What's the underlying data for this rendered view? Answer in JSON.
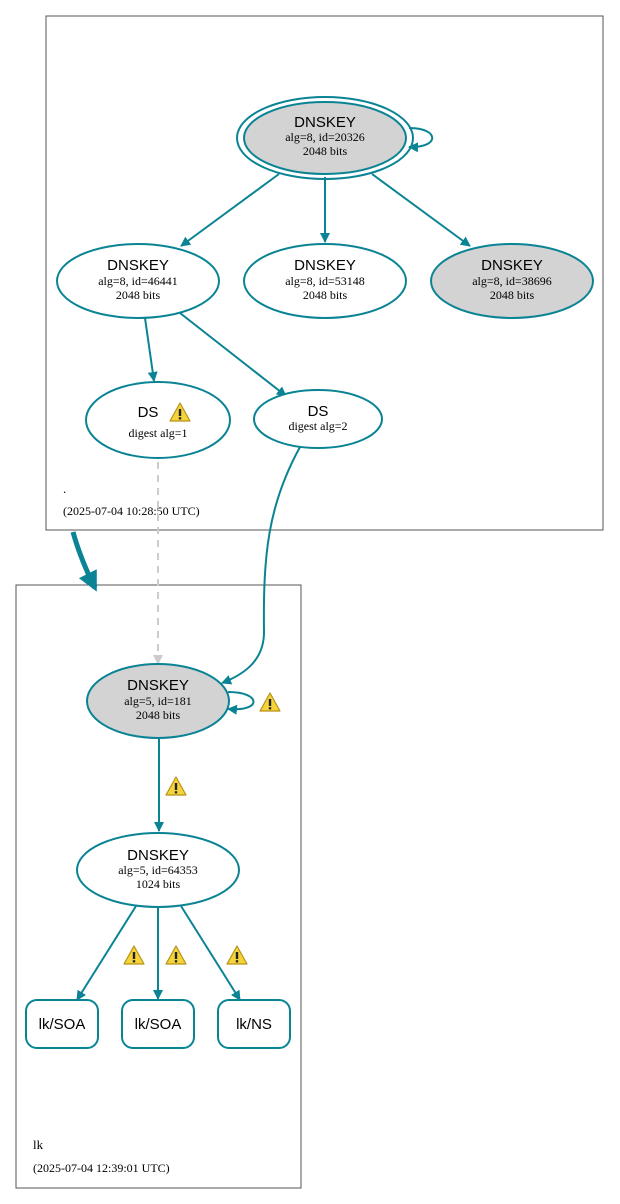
{
  "colors": {
    "edge": "#0a8494",
    "node_border": "#0a8494",
    "node_fill_gray": "#d3d3d3",
    "node_fill_white": "#ffffff",
    "dashed_edge": "#cccccc",
    "zone_border": "#555555",
    "warning_fill": "#f5d43b",
    "warning_stroke": "#b89214"
  },
  "zones": {
    "root": {
      "name": ".",
      "timestamp": "(2025-07-04 10:28:50 UTC)"
    },
    "lk": {
      "name": "lk",
      "timestamp": "(2025-07-04 12:39:01 UTC)"
    }
  },
  "nodes": {
    "root_ksk": {
      "type": "DNSKEY",
      "line1": "alg=8, id=20326",
      "line2": "2048 bits"
    },
    "root_zsk_46441": {
      "type": "DNSKEY",
      "line1": "alg=8, id=46441",
      "line2": "2048 bits"
    },
    "root_zsk_53148": {
      "type": "DNSKEY",
      "line1": "alg=8, id=53148",
      "line2": "2048 bits"
    },
    "root_ksk_38696": {
      "type": "DNSKEY",
      "line1": "alg=8, id=38696",
      "line2": "2048 bits"
    },
    "ds1": {
      "type": "DS",
      "line1": "digest alg=1"
    },
    "ds2": {
      "type": "DS",
      "line1": "digest alg=2"
    },
    "lk_ksk": {
      "type": "DNSKEY",
      "line1": "alg=5, id=181",
      "line2": "2048 bits"
    },
    "lk_zsk": {
      "type": "DNSKEY",
      "line1": "alg=5, id=64353",
      "line2": "1024 bits"
    },
    "rr_soa_1": {
      "label": "lk/SOA"
    },
    "rr_soa_2": {
      "label": "lk/SOA"
    },
    "rr_ns": {
      "label": "lk/NS"
    }
  },
  "icons": {
    "warning": "warning-icon"
  }
}
